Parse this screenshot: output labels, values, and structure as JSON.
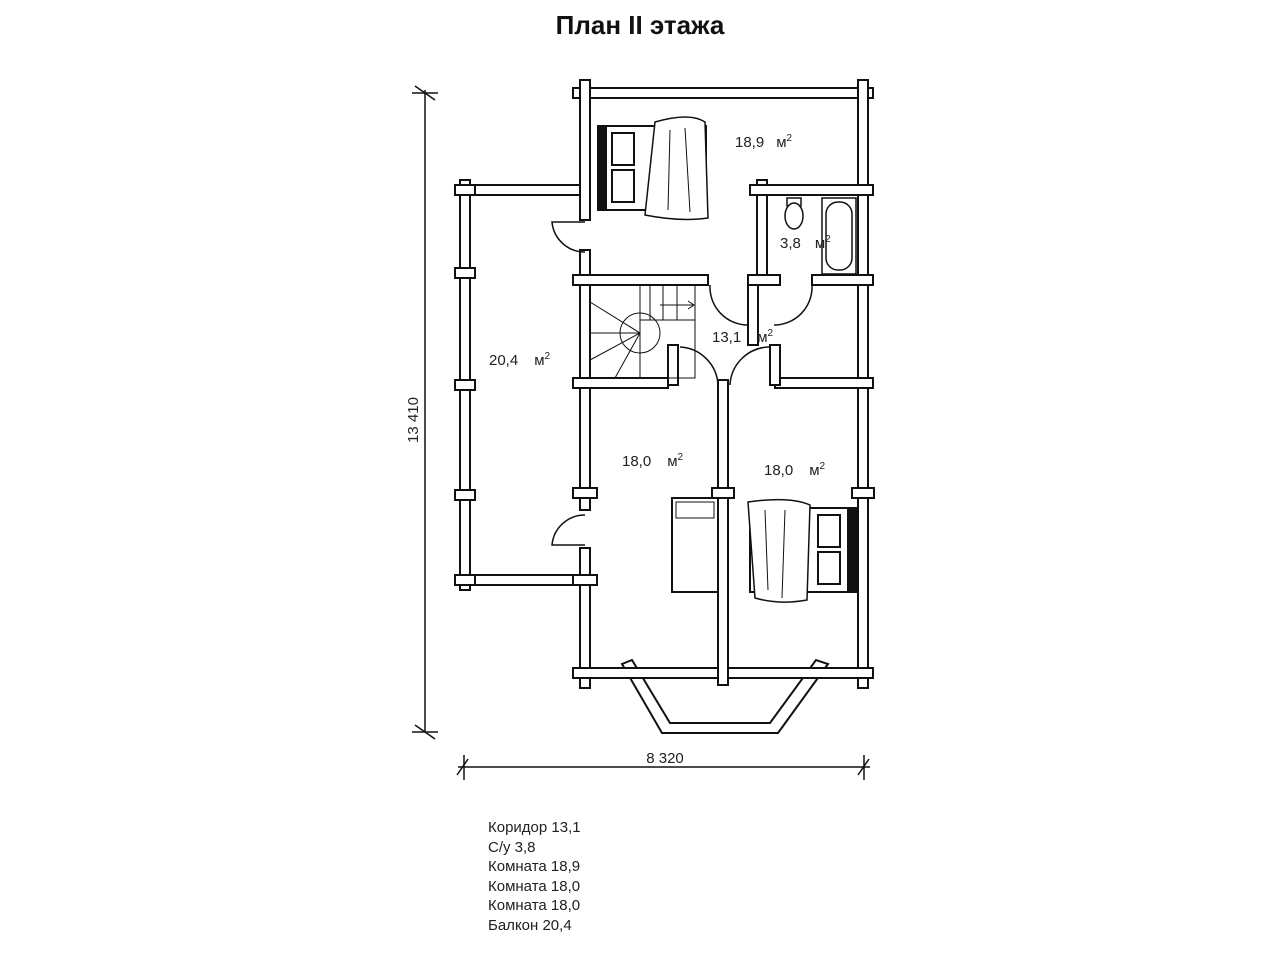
{
  "title": "План II этажа",
  "rooms": [
    {
      "name": "bedroom-top",
      "area": "18,9",
      "unit": "м",
      "sup": "2"
    },
    {
      "name": "bathroom",
      "area": "3,8",
      "unit": "м",
      "sup": "2"
    },
    {
      "name": "corridor",
      "area": "13,1",
      "unit": "м",
      "sup": "2"
    },
    {
      "name": "balcony",
      "area": "20,4",
      "unit": "м",
      "sup": "2"
    },
    {
      "name": "bedroom-left",
      "area": "18,0",
      "unit": "м",
      "sup": "2"
    },
    {
      "name": "bedroom-right",
      "area": "18,0",
      "unit": "м",
      "sup": "2"
    }
  ],
  "dimensions": {
    "height": "13 410",
    "width": "8 320"
  },
  "legend": [
    "Коридор 13,1",
    "С/у 3,8",
    "Комната 18,9",
    "Комната 18,0",
    "Комната 18,0",
    "Балкон 20,4"
  ]
}
